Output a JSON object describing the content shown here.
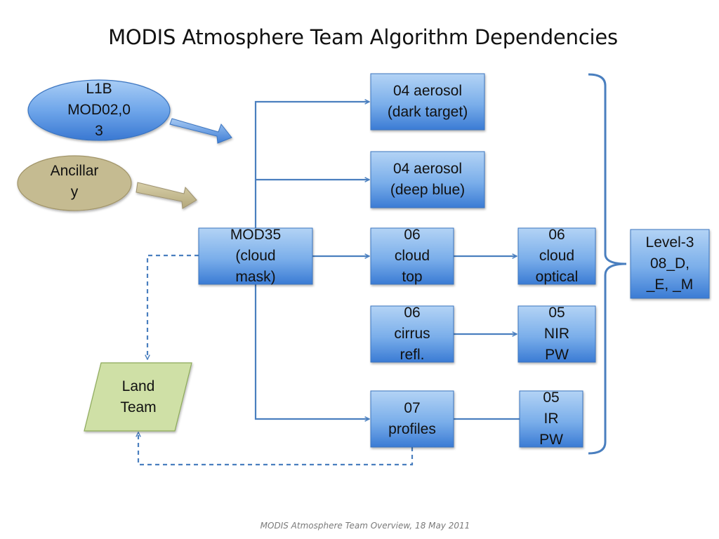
{
  "title": "MODIS Atmosphere Team Algorithm Dependencies",
  "footer": "MODIS Atmosphere Team Overview, 18 May 2011",
  "nodes": {
    "l1b": {
      "lines": [
        "L1B",
        "MOD02,0",
        "3"
      ]
    },
    "ancillary": {
      "lines": [
        "Ancillar",
        "y"
      ]
    },
    "mod35": {
      "lines": [
        "MOD35",
        "(cloud",
        "mask)"
      ]
    },
    "aerosol_dark": {
      "lines": [
        "04 aerosol",
        "(dark target)"
      ]
    },
    "aerosol_deep": {
      "lines": [
        "04 aerosol",
        "(deep blue)"
      ]
    },
    "cloud_top": {
      "lines": [
        "06",
        "cloud",
        "top"
      ]
    },
    "cloud_optical": {
      "lines": [
        "06",
        "cloud",
        "optical"
      ]
    },
    "cirrus": {
      "lines": [
        "06",
        "cirrus",
        "refl."
      ]
    },
    "nir_pw": {
      "lines": [
        "05",
        "NIR",
        "PW"
      ]
    },
    "profiles": {
      "lines": [
        "07",
        "profiles"
      ]
    },
    "ir_pw": {
      "lines": [
        "05",
        "IR",
        "PW"
      ]
    },
    "level3": {
      "lines": [
        "Level-3",
        "08_D,",
        "_E, _M"
      ]
    },
    "land_team": {
      "lines": [
        "Land",
        "Team"
      ]
    }
  },
  "colors": {
    "box_top": "#a9cdf3",
    "box_bottom": "#3f7fd6",
    "box_border": "#3b74c0",
    "connector": "#4a7fbf",
    "ancillary_fill": "#c4b98e",
    "land_fill": "#cfe0a6",
    "land_border": "#8daa5a",
    "brace": "#4a7fbf"
  }
}
